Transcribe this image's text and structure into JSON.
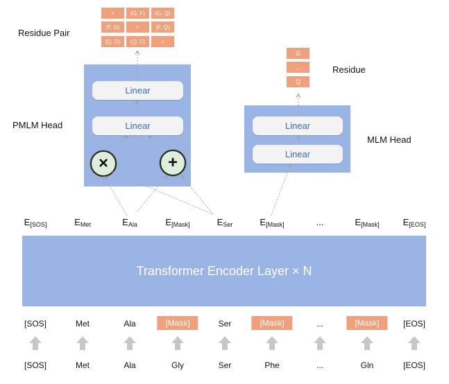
{
  "residue_pair": {
    "title": "Residue Pair",
    "grid": [
      [
        "×",
        "(G, F)",
        "(G, Q)"
      ],
      [
        "(F, G)",
        "×",
        "(F, Q)"
      ],
      [
        "(Q, G)",
        "(Q, F)",
        "×"
      ]
    ]
  },
  "residue": {
    "title": "Residue",
    "cells": [
      "G",
      "...",
      "Q"
    ]
  },
  "pmlm_head": {
    "title": "PMLM Head",
    "linear_top": "Linear",
    "linear_bottom": "Linear",
    "op_multiply": "×",
    "op_add": "+"
  },
  "mlm_head": {
    "title": "MLM Head",
    "linear_top": "Linear",
    "linear_bottom": "Linear"
  },
  "embeddings": [
    {
      "e": "E",
      "sub": "[SOS]"
    },
    {
      "e": "E",
      "sub": "Met"
    },
    {
      "e": "E",
      "sub": "Ala"
    },
    {
      "e": "E",
      "sub": "[Mask]"
    },
    {
      "e": "E",
      "sub": "Ser"
    },
    {
      "e": "E",
      "sub": "[Mask]"
    },
    {
      "e": "",
      "sub": "",
      "text": "..."
    },
    {
      "e": "E",
      "sub": "[Mask]"
    },
    {
      "e": "E",
      "sub": "[EOS]"
    }
  ],
  "encoder": {
    "label": "Transformer Encoder Layer × N"
  },
  "masked_tokens": [
    "[SOS]",
    "Met",
    "Ala",
    "[Mask]",
    "Ser",
    "[Mask]",
    "...",
    "[Mask]",
    "[EOS]"
  ],
  "input_tokens": [
    "[SOS]",
    "Met",
    "Ala",
    "Gly",
    "Ser",
    "Phe",
    "...",
    "Gln",
    "[EOS]"
  ],
  "colors": {
    "head_blue": "#9ab4e6",
    "mask_orange": "#f0a07a",
    "linear_text": "#3e69b8",
    "arrow_gray": "#c0c0c0"
  }
}
